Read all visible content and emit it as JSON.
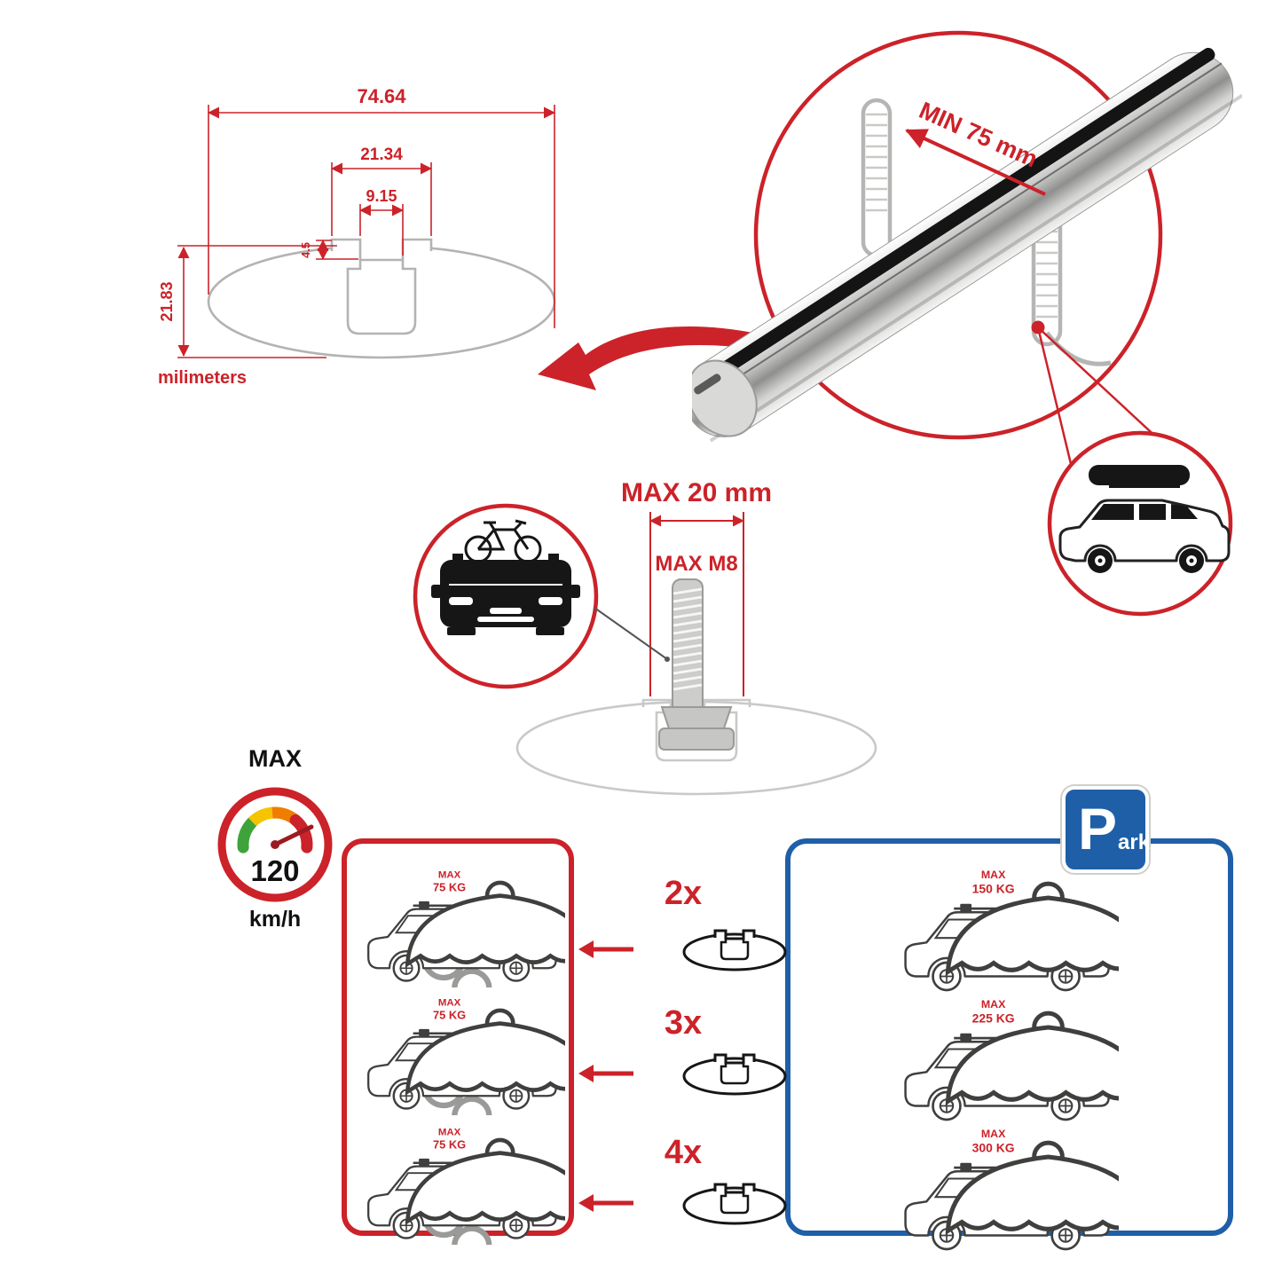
{
  "colors": {
    "accent_red": "#cc2229",
    "accent_blue": "#1f5fa8",
    "drawing_gray": "#b3b3b2"
  },
  "tech_drawing": {
    "dim_total_width": "74.64",
    "dim_slot_outer": "21.34",
    "dim_slot_inner": "9.15",
    "dim_step": "4.5",
    "dim_height": "21.83",
    "unit": "milimeters"
  },
  "bar_detail": {
    "min_clamp_label": "MIN 75 mm"
  },
  "bolt_detail": {
    "max_length_label": "MAX 20 mm",
    "max_thread_label": "MAX M8"
  },
  "speed_limit": {
    "title": "MAX",
    "value": "120",
    "unit": "km/h"
  },
  "park_sign": {
    "letter": "P",
    "rest": "ark"
  },
  "capacity": {
    "rows": [
      {
        "count": "2x",
        "moving_max": "MAX",
        "moving_kg": "75 KG",
        "parked_max": "MAX",
        "parked_kg": "150 KG"
      },
      {
        "count": "3x",
        "moving_max": "MAX",
        "moving_kg": "75 KG",
        "parked_max": "MAX",
        "parked_kg": "225 KG"
      },
      {
        "count": "4x",
        "moving_max": "MAX",
        "moving_kg": "75 KG",
        "parked_max": "MAX",
        "parked_kg": "300 KG"
      }
    ]
  }
}
